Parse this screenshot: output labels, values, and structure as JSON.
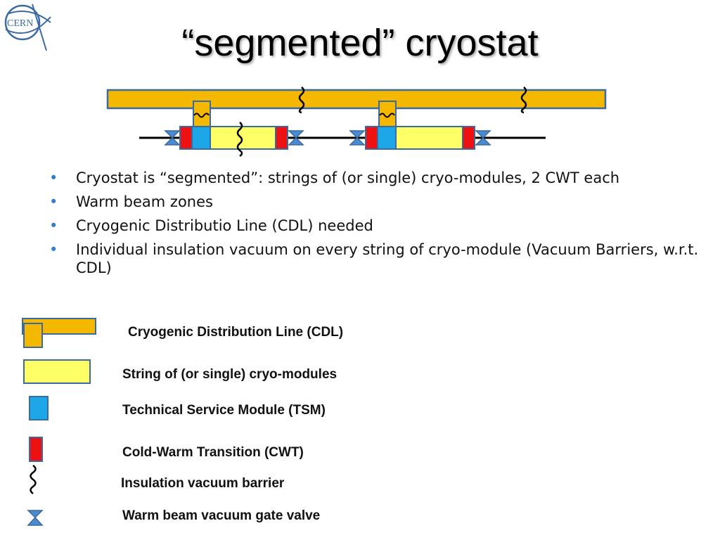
{
  "logo": {
    "text": "CERN"
  },
  "title": "“segmented” cryostat",
  "bullets": [
    "Cryostat is “segmented”: strings of (or single) cryo-modules, 2 CWT each",
    "Warm beam zones",
    "Cryogenic Distributio Line (CDL) needed",
    "Individual insulation vacuum on every string of cryo-module (Vacuum Barriers, w.r.t. CDL)"
  ],
  "legend": [
    {
      "icon": "cdl-icon",
      "label": "Cryogenic Distribution Line (CDL)"
    },
    {
      "icon": "cryo-string-icon",
      "label": "String of (or single) cryo-modules"
    },
    {
      "icon": "tsm-icon",
      "label": "Technical Service Module (TSM)"
    },
    {
      "icon": "cwt-icon",
      "label": "Cold-Warm Transition (CWT)"
    },
    {
      "icon": "vacuum-barrier-icon",
      "label": "Insulation vacuum barrier"
    },
    {
      "icon": "gate-valve-icon",
      "label": "Warm beam vacuum gate valve"
    }
  ],
  "colors": {
    "cdl": "#f5b800",
    "string": "#ffff66",
    "tsm": "#1ea7e8",
    "cwt": "#ee1111",
    "valve": "#4a8ad0",
    "outline": "#3a6aa0",
    "bullet": "#2f7fcf"
  }
}
